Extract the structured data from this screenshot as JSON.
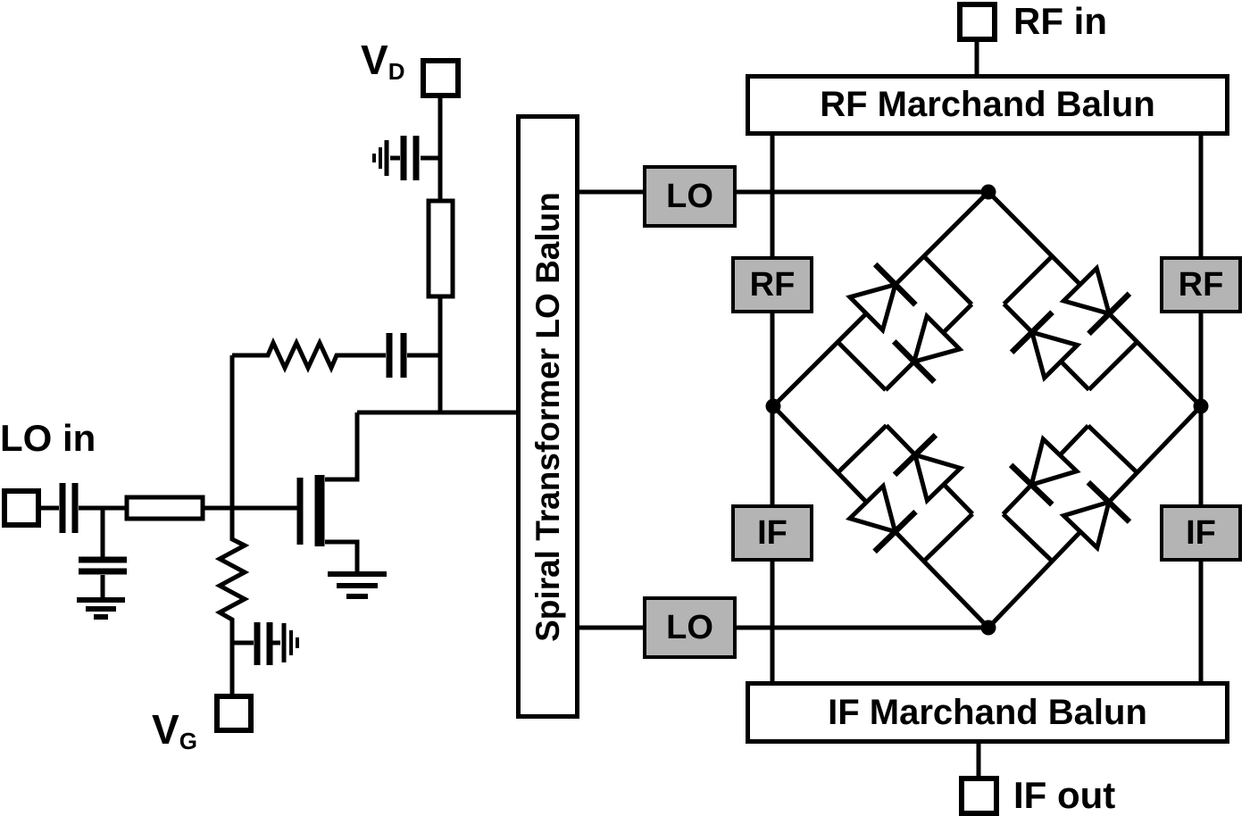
{
  "ports": {
    "lo_in": {
      "label": "LO in"
    },
    "v_drain": {
      "label": "V",
      "subscript": "D"
    },
    "v_gate": {
      "label": "V",
      "subscript": "G"
    },
    "rf_in": {
      "label": "RF in"
    },
    "if_out": {
      "label": "IF out"
    }
  },
  "blocks": {
    "spiral_lo_balun": {
      "label": "Spiral Transformer LO Balun"
    },
    "rf_marchand_balun": {
      "label": "RF Marchand Balun"
    },
    "if_marchand_balun": {
      "label": "IF Marchand Balun"
    }
  },
  "port_tags": {
    "lo_top": {
      "label": "LO"
    },
    "lo_bottom": {
      "label": "LO"
    },
    "rf_left": {
      "label": "RF"
    },
    "rf_right": {
      "label": "RF"
    },
    "if_left": {
      "label": "IF"
    },
    "if_right": {
      "label": "IF"
    }
  },
  "colors": {
    "ink": "#000000",
    "background": "#ffffff",
    "tag_fill": "#b4b4b4"
  }
}
